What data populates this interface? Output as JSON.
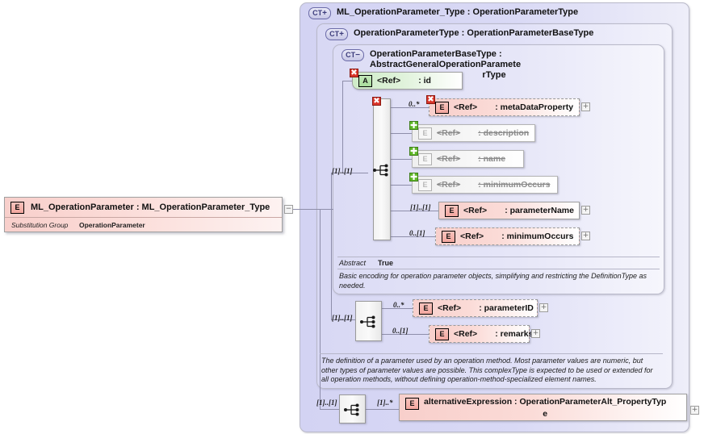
{
  "diagram": {
    "title": "ML_OperationParameter XSD element diagram",
    "colors": {
      "container_fill": "#d7d7f4",
      "element_pink": "#f8cfcb",
      "attribute_green": "#cfecc8",
      "deprecated_grey": "#efefef",
      "marker_delete": "#d9352a",
      "marker_add": "#5fb728",
      "line": "#8e8eaa"
    }
  },
  "root_element": {
    "kind_icon": "element-icon",
    "kind_label": "E",
    "title": "ML_OperationParameter : ML_OperationParameter_Type",
    "property_key": "Substitution Group",
    "property_value": "OperationParameter",
    "toggle": "−"
  },
  "containers": [
    {
      "badge_label": "CT",
      "badge_sign": "+",
      "badge_icon": "complextype-expand-icon",
      "title": "ML_OperationParameter_Type : OperationParameterType"
    },
    {
      "badge_label": "CT",
      "badge_sign": "+",
      "badge_icon": "complextype-expand-icon",
      "title": "OperationParameterType : OperationParameterBaseType"
    },
    {
      "badge_label": "CT",
      "badge_sign": "−",
      "badge_icon": "complextype-collapse-icon",
      "title_line1": "OperationParameterBaseType : AbstractGeneralOperationParamete",
      "title_line2": "rType"
    }
  ],
  "nodes": [
    {
      "id": "id-attribute",
      "kind_label": "A",
      "kind_icon": "attribute-icon",
      "ref_label": "<Ref>",
      "name": ": id",
      "marker": "delete",
      "style": "attribute",
      "cardinality": "",
      "toggle": ""
    },
    {
      "id": "metadataproperty",
      "kind_label": "E",
      "kind_icon": "element-icon",
      "ref_label": "<Ref>",
      "name": ": metaDataProperty",
      "marker": "delete",
      "style": "element-optional",
      "cardinality": "0..*",
      "toggle": "+"
    },
    {
      "id": "description",
      "kind_label": "E",
      "kind_icon": "element-icon",
      "ref_label": "<Ref>",
      "name": ": description",
      "marker": "add",
      "style": "deprecated",
      "cardinality": "",
      "toggle": ""
    },
    {
      "id": "name",
      "kind_label": "E",
      "kind_icon": "element-icon",
      "ref_label": "<Ref>",
      "name": ": name",
      "marker": "add",
      "style": "deprecated",
      "cardinality": "",
      "toggle": ""
    },
    {
      "id": "minimumoccurs-deprecated",
      "kind_label": "E",
      "kind_icon": "element-icon",
      "ref_label": "<Ref>",
      "name": ": minimumOccurs",
      "marker": "add",
      "style": "deprecated",
      "cardinality": "",
      "toggle": ""
    },
    {
      "id": "parametername",
      "kind_label": "E",
      "kind_icon": "element-icon",
      "ref_label": "<Ref>",
      "name": ": parameterName",
      "marker": "",
      "style": "element",
      "cardinality": "[1]..[1]",
      "toggle": "+"
    },
    {
      "id": "minimumoccurs",
      "kind_label": "E",
      "kind_icon": "element-icon",
      "ref_label": "<Ref>",
      "name": ": minimumOccurs",
      "marker": "",
      "style": "element-optional",
      "cardinality": "0..[1]",
      "toggle": "+"
    },
    {
      "id": "parameterid",
      "kind_label": "E",
      "kind_icon": "element-icon",
      "ref_label": "<Ref>",
      "name": ": parameterID",
      "marker": "",
      "style": "element-optional",
      "cardinality": "0..*",
      "toggle": "+"
    },
    {
      "id": "remarks",
      "kind_label": "E",
      "kind_icon": "element-icon",
      "ref_label": "<Ref>",
      "name": ": remarks",
      "marker": "",
      "style": "element-optional",
      "cardinality": "0..[1]",
      "toggle": "+"
    },
    {
      "id": "alternativeexpression",
      "kind_label": "E",
      "kind_icon": "element-icon",
      "ref_label": "",
      "name_line1": "alternativeExpression : OperationParameterAlt_PropertyTyp",
      "name_line2": "e",
      "marker": "",
      "style": "element",
      "cardinality": "[1]..*",
      "toggle": "+"
    }
  ],
  "sequences": [
    {
      "id": "inner-sequence",
      "icon": "sequence-icon",
      "marker": "delete",
      "cardinality": "[1]..[1]"
    },
    {
      "id": "outer-sequence",
      "icon": "sequence-icon",
      "marker": "",
      "cardinality": "[1]..[1]"
    },
    {
      "id": "root-sequence",
      "icon": "sequence-icon",
      "marker": "",
      "cardinality": "[1]..[1]"
    }
  ],
  "annotations": {
    "base_type": {
      "key": "Abstract",
      "value": "True",
      "documentation": "Basic encoding for operation parameter objects, simplifying and restricting the DefinitionType as needed."
    },
    "operation_parameter_type": {
      "documentation": "The definition of a parameter used by an operation method. Most parameter values are numeric, but other types of parameter values are possible. This complexType is expected to be used or extended for all operation methods, without defining operation-method-specialized element names."
    }
  }
}
